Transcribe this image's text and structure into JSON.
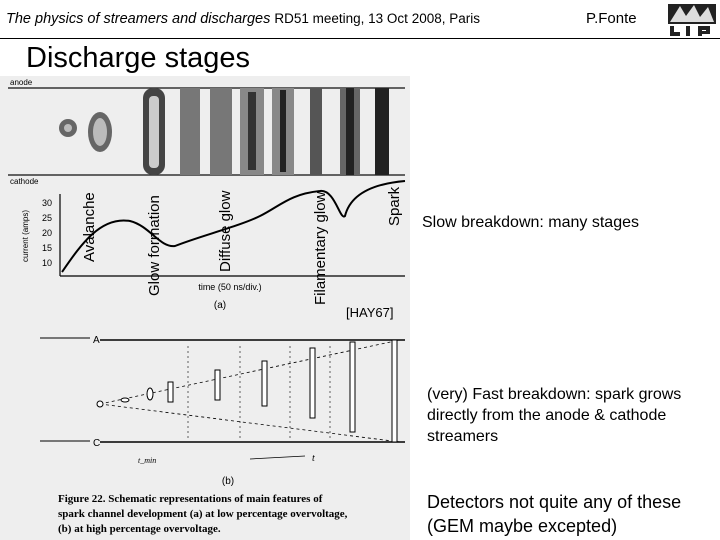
{
  "header": {
    "title": "The physics of streamers and discharges",
    "meeting": "RD51 meeting, 13 Oct 2008, Paris",
    "author": "P.Fonte",
    "logo_text": "LIP"
  },
  "slide": {
    "title": "Discharge stages"
  },
  "figure": {
    "panel_a": {
      "anode_label": "anode",
      "cathode_label": "cathode",
      "ylabel": "current (amps)",
      "xlabel": "time (50 ns/div.)",
      "yticks": [
        "30",
        "25",
        "20",
        "15",
        "10"
      ],
      "panel_label": "(a)"
    },
    "panel_b": {
      "label_a": "A",
      "label_c": "C",
      "t_min_label": "t_min",
      "t_label": "t",
      "panel_label": "(b)"
    },
    "caption_line1": "Figure 22.  Schematic representations of main features of",
    "caption_line2": "spark channel development (a) at low percentage overvoltage,",
    "caption_line3": "(b) at high percentage overvoltage.",
    "stage_labels": {
      "avalanche": "Avalanche",
      "glow_formation": "Glow formation",
      "diffuse_glow": "Diffuse glow",
      "filamentary_glow": "Filamentary glow",
      "spark": "Spark"
    }
  },
  "notes": {
    "slow": "Slow breakdown: many stages",
    "reference": "[HAY67]",
    "fast": "(very) Fast breakdown: spark grows directly from the anode & cathode streamers",
    "detectors": "Detectors not quite any of these (GEM maybe excepted)"
  }
}
